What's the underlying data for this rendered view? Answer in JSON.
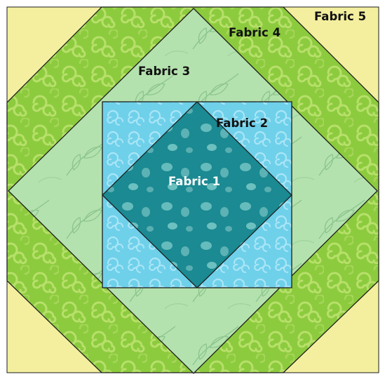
{
  "labels": {
    "fabric1": "Fabric 1",
    "fabric2": "Fabric 2",
    "fabric3": "Fabric 3",
    "fabric4": "Fabric 4",
    "fabric5": "Fabric 5"
  },
  "colors": {
    "fabric5": "#f3ef9e",
    "fabric4": "#8ccb3e",
    "fabric4_swirl": "#b7e06a",
    "fabric3": "#b4e2ae",
    "fabric3_leaf": "#8cc58e",
    "fabric2": "#6fd0ea",
    "fabric2_swirl": "#a9e6f6",
    "fabric1": "#1b8a92",
    "fabric1_spot": "#66bcbc",
    "seam": "#1e1e1e",
    "label_dark": "#111111",
    "label_light": "#ffffff"
  }
}
